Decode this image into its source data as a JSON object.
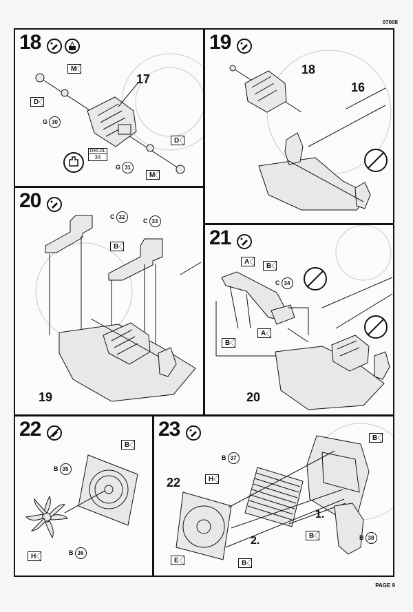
{
  "header": {
    "doc_code": "07008"
  },
  "footer": {
    "page_label": "PAGE 9"
  },
  "steps": {
    "s18": {
      "number": "18",
      "parts": {
        "p17": "17"
      },
      "tags": {
        "m1": "M",
        "d1": "D",
        "d2": "D",
        "m2": "M"
      },
      "refs": {
        "g30": {
          "letter": "G",
          "num": "30"
        },
        "g31": {
          "letter": "G",
          "num": "31"
        }
      },
      "decal": {
        "label": "DECAL",
        "num": "34"
      }
    },
    "s19": {
      "number": "19",
      "parts": {
        "p18": "18",
        "p16": "16"
      }
    },
    "s20": {
      "number": "20",
      "parts": {
        "p19": "19"
      },
      "tags": {
        "b1": "B"
      },
      "refs": {
        "c32": {
          "letter": "C",
          "num": "32"
        },
        "c33": {
          "letter": "C",
          "num": "33"
        }
      }
    },
    "s21": {
      "number": "21",
      "parts": {
        "p20": "20"
      },
      "tags": {
        "a1": "A",
        "b1": "B",
        "b2": "B",
        "a2": "A"
      },
      "refs": {
        "c34": {
          "letter": "C",
          "num": "34"
        }
      }
    },
    "s22": {
      "number": "22",
      "tags": {
        "b1": "B",
        "h1": "H"
      },
      "refs": {
        "b35": {
          "letter": "B",
          "num": "35"
        },
        "b36": {
          "letter": "B",
          "num": "36"
        }
      }
    },
    "s23": {
      "number": "23",
      "parts": {
        "p22": "22"
      },
      "tags": {
        "b1": "B",
        "h1": "H",
        "b2": "B",
        "e1": "E",
        "b3": "B"
      },
      "refs": {
        "b37": {
          "letter": "B",
          "num": "37"
        },
        "b38": {
          "letter": "B",
          "num": "38"
        }
      },
      "order": {
        "o1": "1.",
        "o2": "2."
      }
    }
  }
}
